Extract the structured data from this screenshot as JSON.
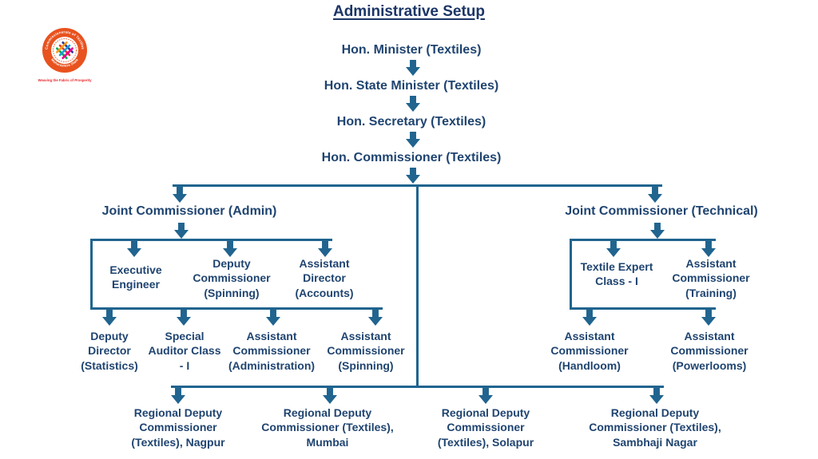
{
  "title": "Administrative Setup",
  "logo": {
    "ring_text_top": "Commissionerate of Textiles",
    "ring_text_bottom": "Maharashtra State",
    "tagline": "Weaving the Fabric of Prosperity"
  },
  "chain": [
    "Hon. Minister (Textiles)",
    "Hon. State Minister (Textiles)",
    "Hon. Secretary (Textiles)",
    "Hon. Commissioner (Textiles)"
  ],
  "admin": {
    "head": "Joint Commissioner (Admin)",
    "tier1": [
      "Executive Engineer",
      "Deputy Commissioner (Spinning)",
      "Assistant Director (Accounts)"
    ],
    "tier2": [
      "Deputy Director (Statistics)",
      "Special Auditor Class - I",
      "Assistant Commissioner (Administration)",
      "Assistant Commissioner (Spinning)"
    ]
  },
  "technical": {
    "head": "Joint Commissioner (Technical)",
    "tier1": [
      "Textile Expert Class - I",
      "Assistant Commissioner (Training)"
    ],
    "tier2": [
      "Assistant Commissioner (Handloom)",
      "Assistant Commissioner (Powerlooms)"
    ]
  },
  "regional": [
    "Regional Deputy Commissioner (Textiles), Nagpur",
    "Regional Deputy Commissioner (Textiles), Mumbai",
    "Regional Deputy Commissioner (Textiles), Solapur",
    "Regional Deputy Commissioner (Textiles), Sambhaji Nagar"
  ],
  "colors": {
    "text": "#1F4470",
    "title": "#1B3566",
    "line": "#20648F",
    "logo_ring": "#E8521F",
    "logo_tagline": "#E8262B"
  }
}
